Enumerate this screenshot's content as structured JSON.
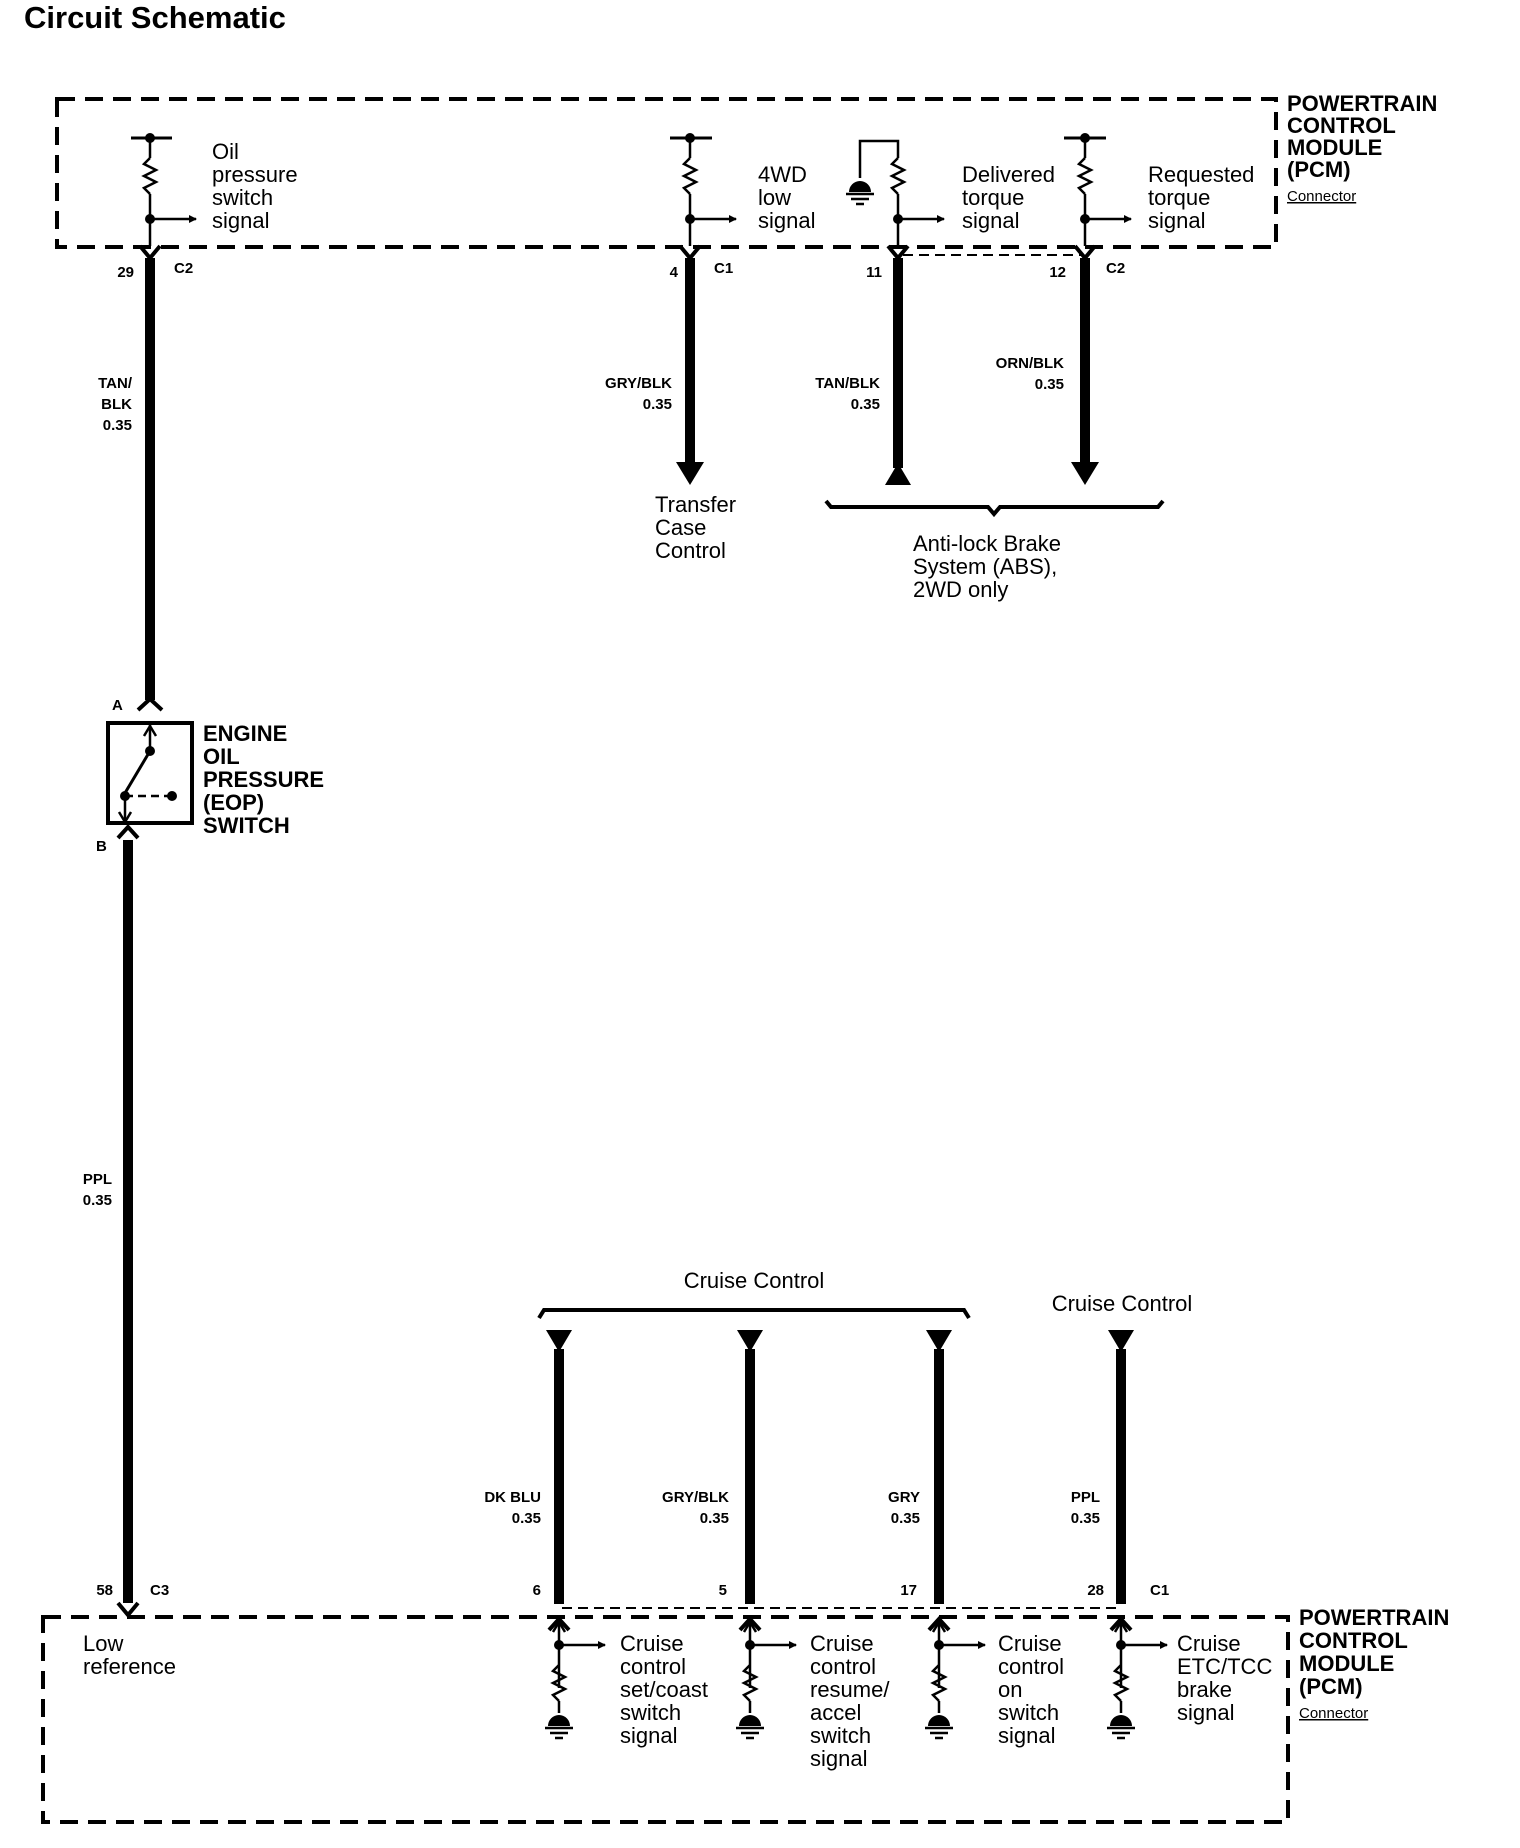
{
  "title": "Circuit Schematic",
  "pcm_top": {
    "name_lines": [
      "POWERTRAIN",
      "CONTROL",
      "MODULE",
      "(PCM)"
    ],
    "connector_label": "Connector"
  },
  "pcm_bottom": {
    "name_lines": [
      "POWERTRAIN",
      "CONTROL",
      "MODULE",
      "(PCM)"
    ],
    "connector_label": "Connector",
    "low_reference": [
      "Low",
      "reference"
    ]
  },
  "top_signals": [
    {
      "lines": [
        "Oil",
        "pressure",
        "switch",
        "signal"
      ]
    },
    {
      "lines": [
        "4WD",
        "low",
        "signal"
      ]
    },
    {
      "lines": [
        "Delivered",
        "torque",
        "signal"
      ]
    },
    {
      "lines": [
        "Requested",
        "torque",
        "signal"
      ]
    }
  ],
  "top_pins": [
    {
      "pin": "29",
      "connector": "C2"
    },
    {
      "pin": "4",
      "connector": "C1"
    },
    {
      "pin": "11",
      "connector": ""
    },
    {
      "pin": "12",
      "connector": "C2"
    }
  ],
  "top_wires": [
    {
      "lines": [
        "TAN/",
        "BLK",
        "0.35"
      ]
    },
    {
      "lines": [
        "GRY/BLK",
        "0.35"
      ]
    },
    {
      "lines": [
        "TAN/BLK",
        "0.35"
      ]
    },
    {
      "lines": [
        "ORN/BLK",
        "0.35"
      ]
    }
  ],
  "destinations": {
    "transfer_case": [
      "Transfer",
      "Case",
      "Control"
    ],
    "abs": [
      "Anti-lock Brake",
      "System (ABS),",
      "2WD only"
    ]
  },
  "eop_switch": {
    "name_lines": [
      "ENGINE",
      "OIL",
      "PRESSURE",
      "(EOP)",
      "SWITCH"
    ],
    "pin_a": "A",
    "pin_b": "B"
  },
  "eop_wire": {
    "lines": [
      "PPL",
      "0.35"
    ]
  },
  "eop_pin": {
    "pin": "58",
    "connector": "C3"
  },
  "cruise_group_label": "Cruise Control",
  "cruise_single_label": "Cruise Control",
  "bottom_wires": [
    {
      "lines": [
        "DK BLU",
        "0.35"
      ]
    },
    {
      "lines": [
        "GRY/BLK",
        "0.35"
      ]
    },
    {
      "lines": [
        "GRY",
        "0.35"
      ]
    },
    {
      "lines": [
        "PPL",
        "0.35"
      ]
    }
  ],
  "bottom_pins": [
    {
      "pin": "6",
      "connector": ""
    },
    {
      "pin": "5",
      "connector": ""
    },
    {
      "pin": "17",
      "connector": ""
    },
    {
      "pin": "28",
      "connector": "C1"
    }
  ],
  "bottom_signals": [
    {
      "lines": [
        "Cruise",
        "control",
        "set/coast",
        "switch",
        "signal"
      ]
    },
    {
      "lines": [
        "Cruise",
        "control",
        "resume/",
        "accel",
        "switch",
        "signal"
      ]
    },
    {
      "lines": [
        "Cruise",
        "control",
        "on",
        "switch",
        "signal"
      ]
    },
    {
      "lines": [
        "Cruise",
        "ETC/TCC",
        "brake",
        "signal"
      ]
    }
  ]
}
